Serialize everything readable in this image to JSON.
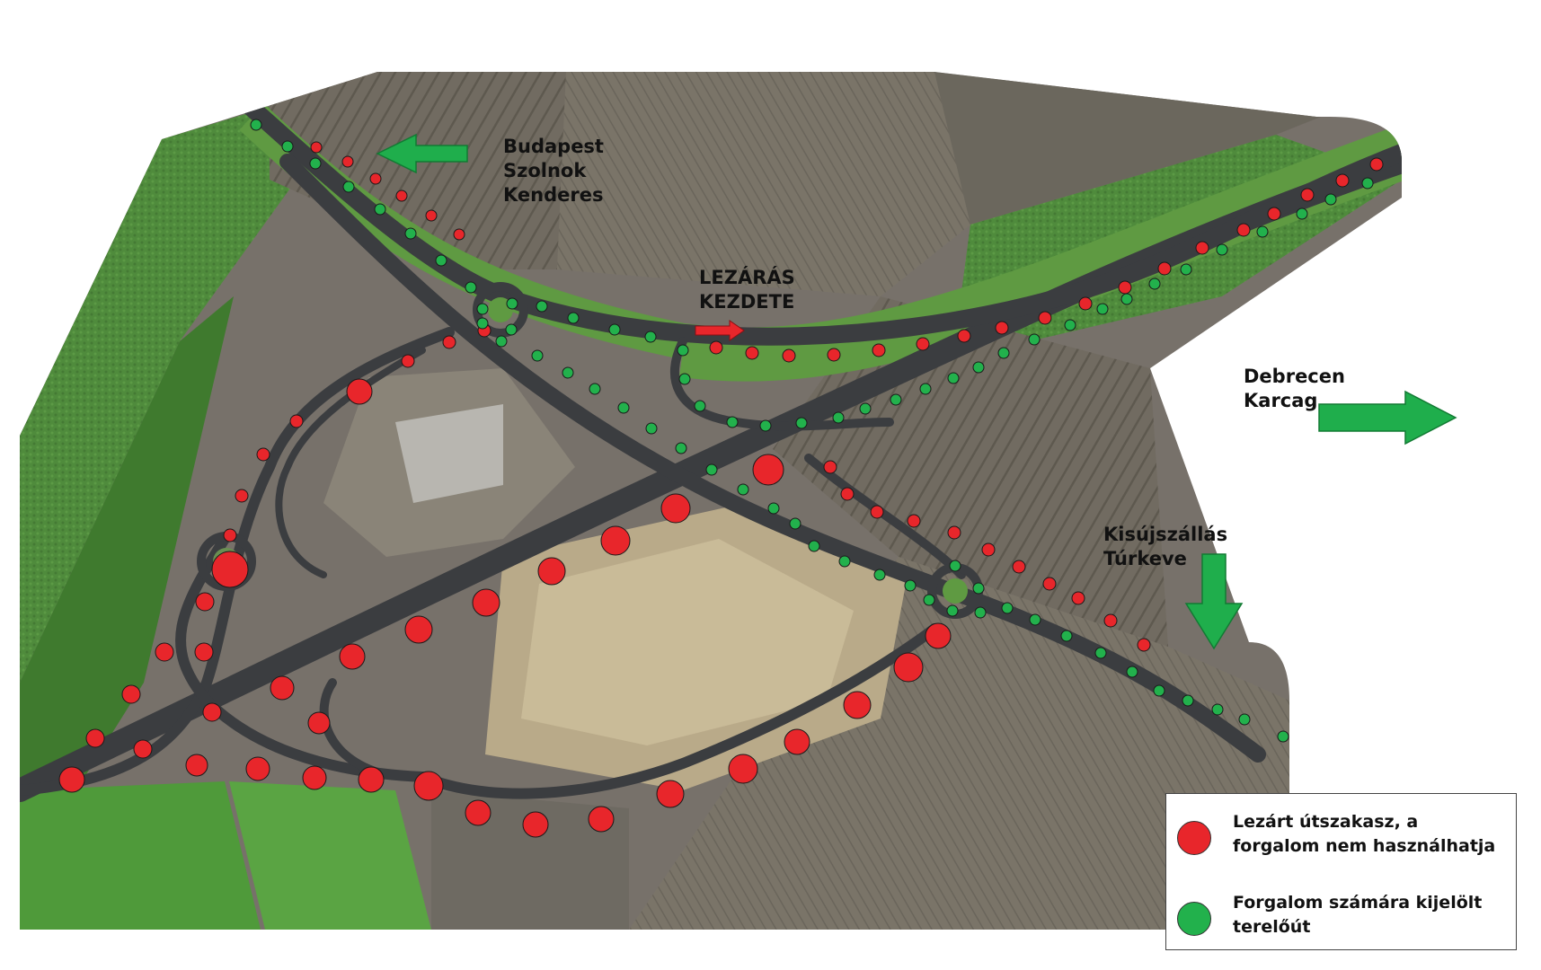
{
  "colors": {
    "closed": "#e8262b",
    "detour": "#22b14c",
    "arrow_green": "#1fae4c",
    "arrow_red": "#e8262b",
    "field_green": "#4b8a3a",
    "field_brown": "#6f6a5f",
    "road": "#3b3d40"
  },
  "labels": {
    "west": [
      "Budapest",
      "Szolnok",
      "Kenderes"
    ],
    "closure_start": [
      "LEZÁRÁS",
      "KEZDETE"
    ],
    "east": [
      "Debrecen",
      "Karcag"
    ],
    "south": [
      "Kisújszállás",
      "Túrkeve"
    ]
  },
  "legend": {
    "closed_label": [
      "Lezárt útszakasz, a",
      "forgalom nem használhatja"
    ],
    "detour_label": [
      "Forgalom számára kijelölt",
      "terelőút"
    ]
  },
  "icons": {
    "west_arrow": "arrow-left-icon",
    "east_arrow": "arrow-right-icon",
    "south_arrow": "arrow-down-icon",
    "closure_arrow": "arrow-right-icon"
  }
}
